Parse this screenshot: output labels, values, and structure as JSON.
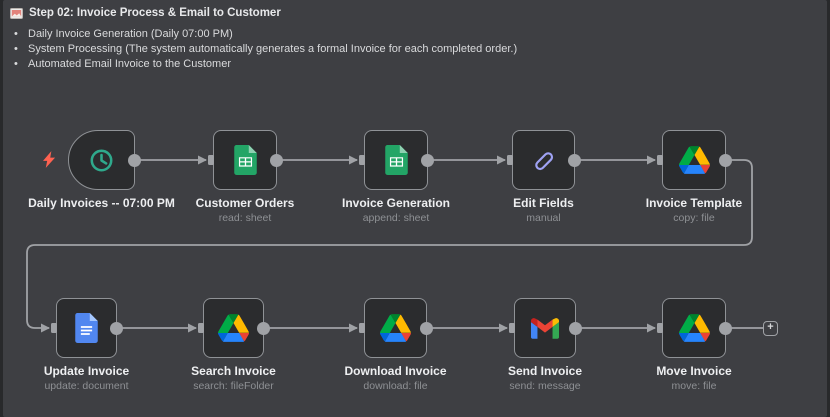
{
  "sticky": {
    "title": "Step 02: Invoice Process & Email to Customer",
    "bullets": [
      "Daily Invoice Generation (Daily 07:00 PM)",
      "System Processing (The system automatically generates a formal Invoice for each completed order.)",
      "Automated Email Invoice to the Customer"
    ]
  },
  "nodes": [
    {
      "label": "Daily Invoices -- 07:00 PM",
      "sublabel": "",
      "icon": "schedule-clock-icon"
    },
    {
      "label": "Customer Orders",
      "sublabel": "read: sheet",
      "icon": "google-sheets-icon"
    },
    {
      "label": "Invoice Generation",
      "sublabel": "append: sheet",
      "icon": "google-sheets-icon"
    },
    {
      "label": "Edit Fields",
      "sublabel": "manual",
      "icon": "edit-pen-icon"
    },
    {
      "label": "Invoice Template",
      "sublabel": "copy: file",
      "icon": "google-drive-icon"
    },
    {
      "label": "Update Invoice",
      "sublabel": "update: document",
      "icon": "google-docs-icon"
    },
    {
      "label": "Search Invoice",
      "sublabel": "search: fileFolder",
      "icon": "google-drive-icon"
    },
    {
      "label": "Download Invoice",
      "sublabel": "download: file",
      "icon": "google-drive-icon"
    },
    {
      "label": "Send Invoice",
      "sublabel": "send: message",
      "icon": "gmail-icon"
    },
    {
      "label": "Move Invoice",
      "sublabel": "move: file",
      "icon": "google-drive-icon"
    }
  ],
  "connections": [
    {
      "from": "Daily Invoices -- 07:00 PM",
      "to": "Customer Orders"
    },
    {
      "from": "Customer Orders",
      "to": "Invoice Generation"
    },
    {
      "from": "Invoice Generation",
      "to": "Edit Fields"
    },
    {
      "from": "Edit Fields",
      "to": "Invoice Template"
    },
    {
      "from": "Invoice Template",
      "to": "Update Invoice"
    },
    {
      "from": "Update Invoice",
      "to": "Search Invoice"
    },
    {
      "from": "Search Invoice",
      "to": "Download Invoice"
    },
    {
      "from": "Download Invoice",
      "to": "Send Invoice"
    },
    {
      "from": "Send Invoice",
      "to": "Move Invoice"
    }
  ],
  "canvas": {
    "add_button_label": "+"
  },
  "colors": {
    "canvas_bg": "#28292B",
    "sticky_bg": "#3E3F43",
    "node_bg": "#2B2C2E",
    "node_border": "#8F9296",
    "edge": "#A0A2A6",
    "label": "#EEEFF1",
    "sublabel": "#8E9094",
    "heading": "#E8E9EB",
    "text": "#D9DADC",
    "bolt": "#FF6251",
    "clock": "#2FA98C",
    "pen": "#9FA2F4",
    "plus": "#D6D7D9"
  }
}
